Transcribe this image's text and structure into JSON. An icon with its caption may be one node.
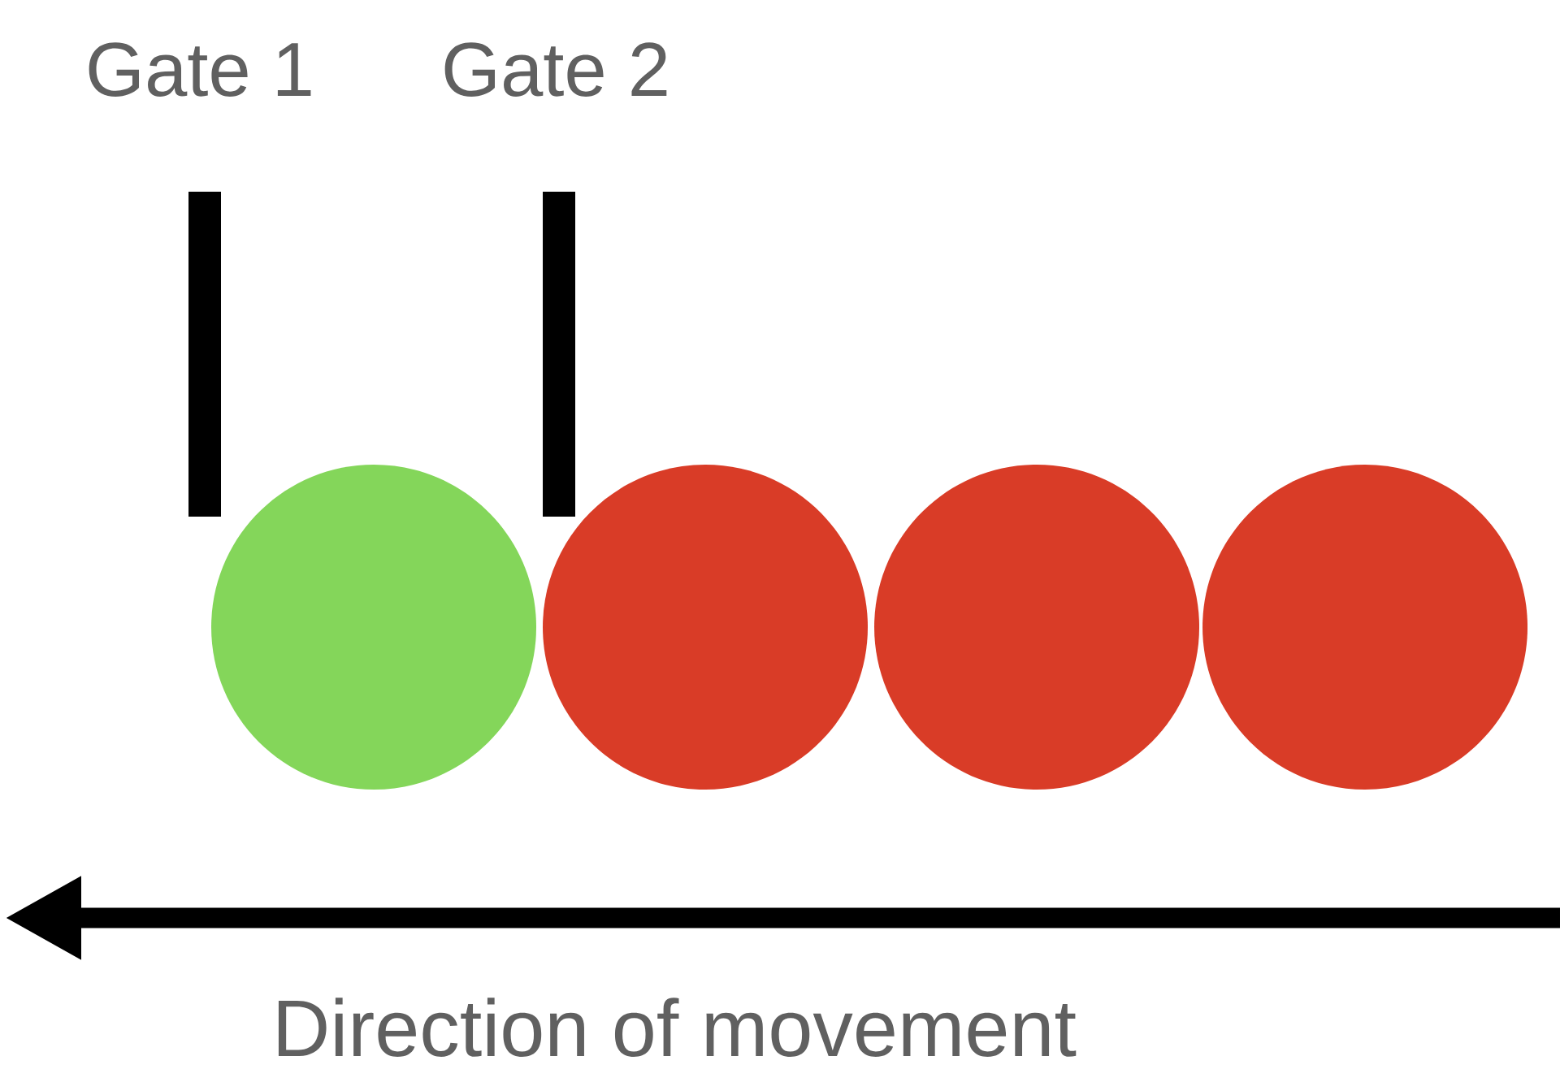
{
  "diagram": {
    "nodes": [
      {
        "text": [
          "Gate 1"
        ]
      },
      {
        "text": [
          "Gate 2"
        ]
      },
      {
        "text": [],
        "shape": "circle"
      },
      {
        "text": [],
        "shape": "circle"
      },
      {
        "text": [],
        "shape": "circle"
      },
      {
        "text": [],
        "shape": "circle"
      }
    ],
    "labels": [
      "Direction of movement"
    ]
  }
}
